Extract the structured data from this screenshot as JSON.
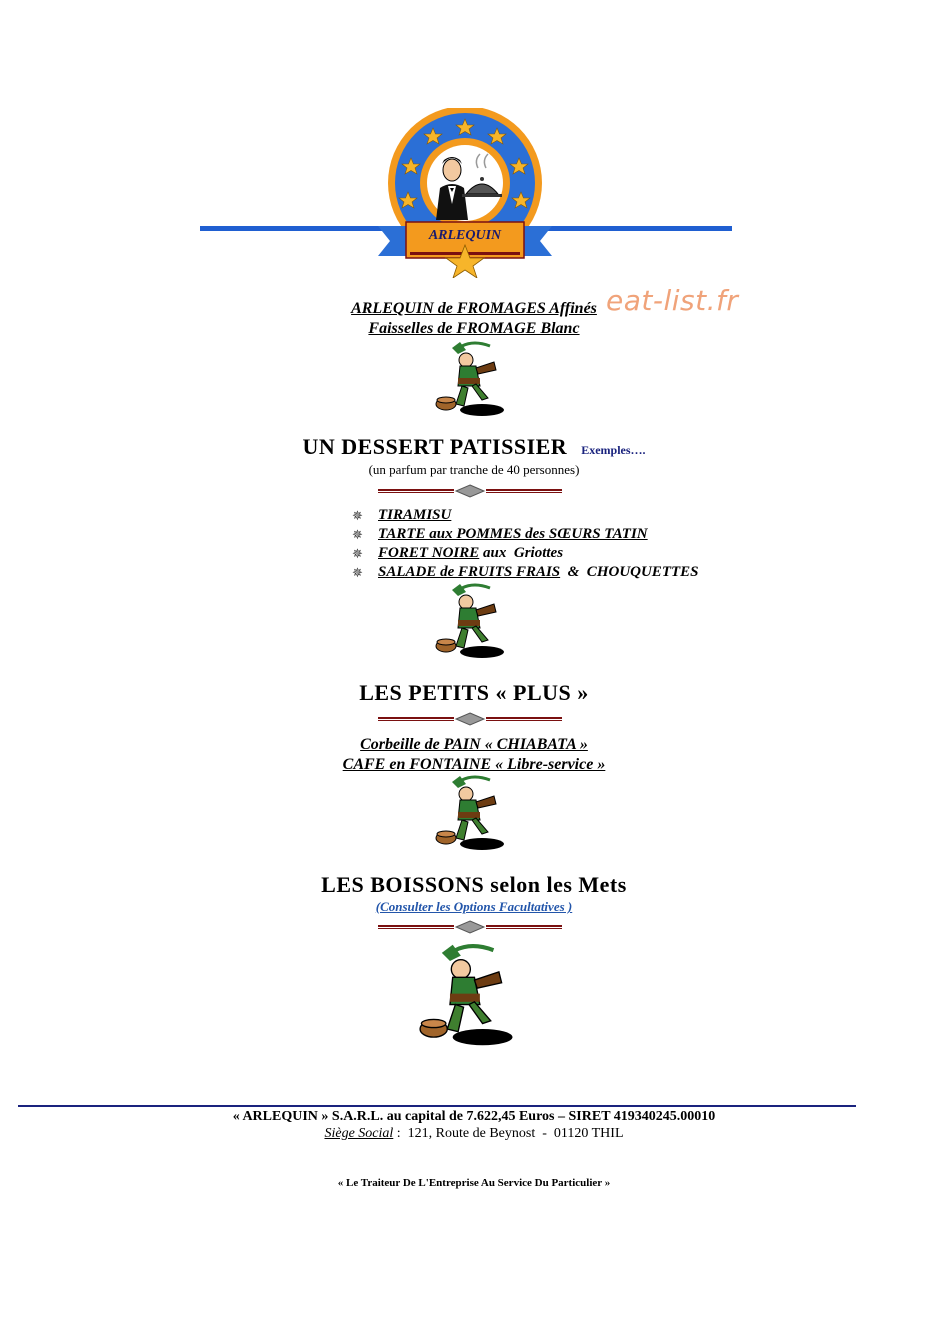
{
  "logo": {
    "banner_text": "ARLEQUIN"
  },
  "watermark": "eat-list.fr",
  "cheese": {
    "line1": "ARLEQUIN  de  FROMAGES   Affinés",
    "line2": "Faisselles  de  FROMAGE  Blanc"
  },
  "dessert": {
    "title": "UN   DESSERT   PATISSIER",
    "examples": "Exemples….",
    "subtitle": "(un parfum par tranche de 40 personnes)",
    "items": [
      {
        "main": "TIRAMISU",
        "rest": ""
      },
      {
        "main": "TARTE aux  POMMES des  SŒURS TATIN",
        "rest": ""
      },
      {
        "main": "FORET  NOIRE",
        "rest": " aux  Griottes"
      },
      {
        "main": "SALADE  de  FRUITS  FRAIS",
        "rest": "  &  CHOUQUETTES"
      }
    ]
  },
  "plus": {
    "title": "LES    PETITS  « PLUS »",
    "line1": "Corbeille  de  PAIN  « CHIABATA »",
    "line2": "CAFE  en  FONTAINE  «  Libre-service »"
  },
  "drinks": {
    "title": "LES   BOISSONS  selon les Mets",
    "link": "(Consulter les Options Facultatives )"
  },
  "footer": {
    "company": "« ARLEQUIN »  S.A.R.L.  au  capital  de  7.622,45 Euros – SIRET 419340245.00010",
    "siege_label": "Siège Social",
    "siege_address": " :  121, Route de Beynost  -  01120 THIL",
    "tagline": "« Le  Traiteur  De  L'Entreprise  Au  Service  Du   Particulier »"
  },
  "colors": {
    "blue_line": "#1f5fd1",
    "footer_rule": "#1a237e",
    "divider_red": "#7a1010",
    "logo_orange": "#f39a1e"
  }
}
